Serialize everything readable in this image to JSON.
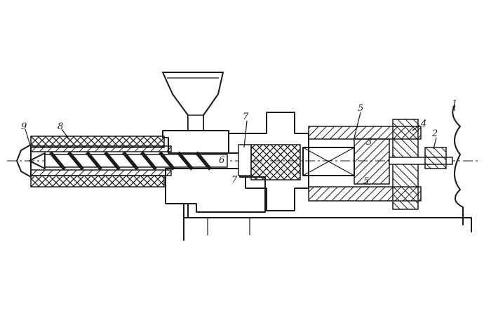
{
  "diagram": {
    "colors": {
      "ink": "#1a1a1a",
      "paper": "#ffffff"
    },
    "callouts": [
      {
        "id": "c1",
        "text": "1"
      },
      {
        "id": "c2",
        "text": "2"
      },
      {
        "id": "c3",
        "text": "3"
      },
      {
        "id": "c4",
        "text": "4"
      },
      {
        "id": "c5a",
        "text": "5"
      },
      {
        "id": "c5b",
        "text": "5"
      },
      {
        "id": "c6",
        "text": "6"
      },
      {
        "id": "c7a",
        "text": "7"
      },
      {
        "id": "c7b",
        "text": "7"
      },
      {
        "id": "c8",
        "text": "8"
      },
      {
        "id": "c9",
        "text": "9"
      }
    ]
  }
}
